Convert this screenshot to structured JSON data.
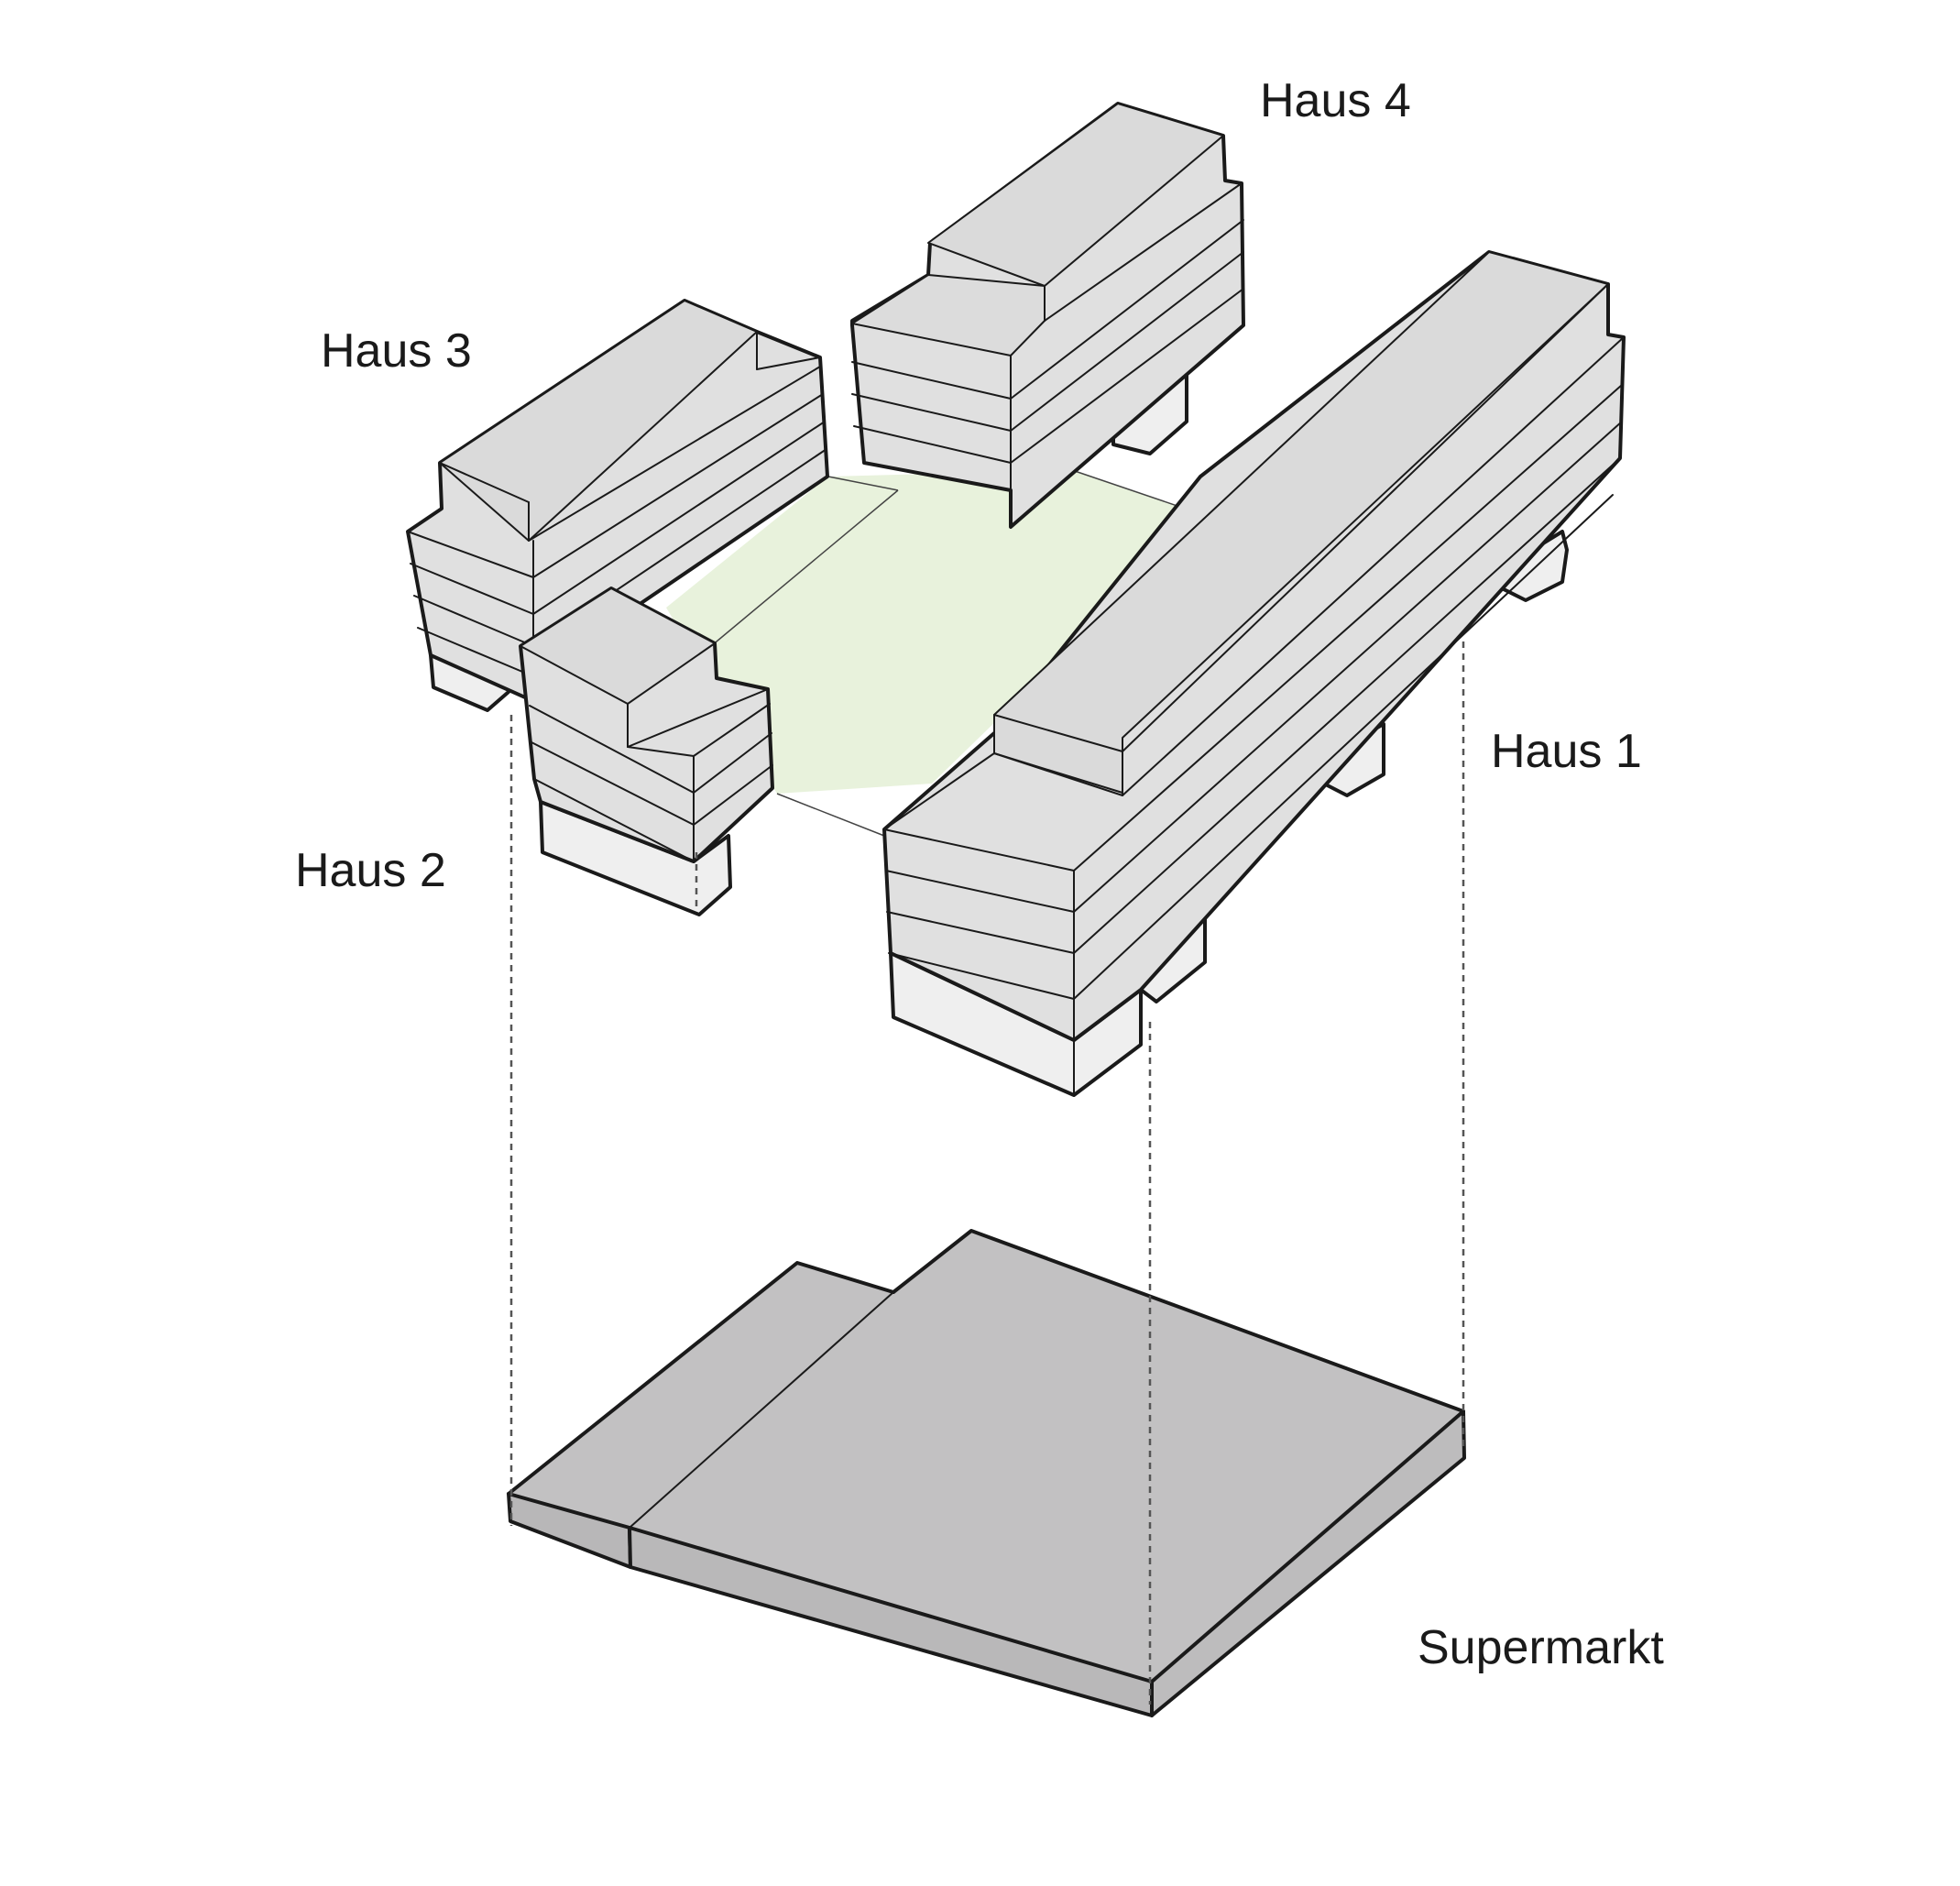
{
  "labels": {
    "haus1": "Haus 1",
    "haus2": "Haus 2",
    "haus3": "Haus 3",
    "haus4": "Haus 4",
    "supermarkt": "Supermarkt"
  },
  "colors": {
    "outline": "#1a1a1a",
    "building_light": "#e2e2e2",
    "building_base": "#efefef",
    "courtyard_green": "#e8f2dc",
    "supermarket_gray": "#c2c1c2",
    "projection_dash": "#555555"
  }
}
